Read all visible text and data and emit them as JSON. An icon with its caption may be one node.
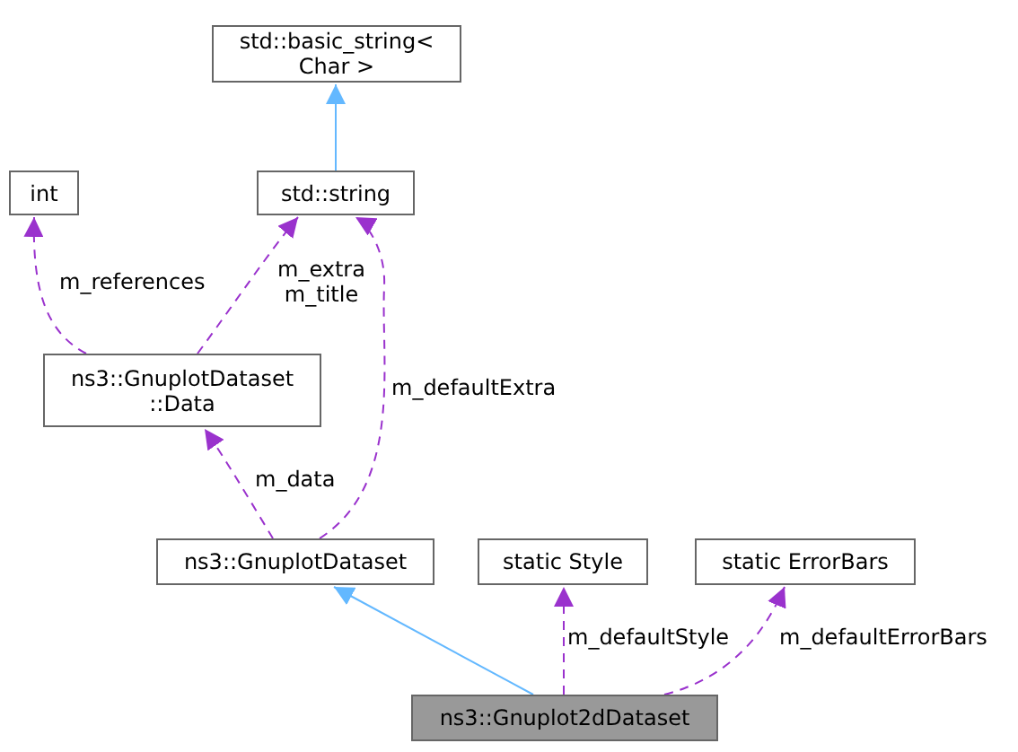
{
  "diagram": {
    "nodes": [
      {
        "text": [
          "std::basic_string< Char >"
        ]
      },
      {
        "text": [
          "int"
        ]
      },
      {
        "text": [
          "std::string"
        ]
      },
      {
        "text": [
          "ns3::GnuplotDataset ::Data"
        ]
      },
      {
        "text": [
          "ns3::GnuplotDataset"
        ]
      },
      {
        "text": [
          "static Style"
        ]
      },
      {
        "text": [
          "static ErrorBars"
        ]
      },
      {
        "text": [
          "ns3::Gnuplot2dDataset"
        ]
      }
    ],
    "edges": [
      {
        "from": 2,
        "to": 0,
        "arrow": "to",
        "color": "#63b8ff"
      },
      {
        "from": 3,
        "to": 1,
        "arrow": "to",
        "label": "m_references",
        "style": "dashed"
      },
      {
        "from": 3,
        "to": 2,
        "arrow": "to",
        "label": "m_extra m_title",
        "style": "dashed"
      },
      {
        "from": 4,
        "to": 3,
        "arrow": "to",
        "label": "m_data",
        "style": "dashed"
      },
      {
        "from": 4,
        "to": 2,
        "arrow": "to",
        "label": "m_defaultExtra",
        "style": "dashed"
      },
      {
        "from": 7,
        "to": 4,
        "arrow": "to",
        "color": "#63b8ff"
      },
      {
        "from": 7,
        "to": 5,
        "arrow": "to",
        "label": "m_defaultStyle",
        "style": "dashed"
      },
      {
        "from": 7,
        "to": 6,
        "arrow": "to",
        "label": "m_defaultErrorBars",
        "style": "dashed"
      }
    ]
  }
}
